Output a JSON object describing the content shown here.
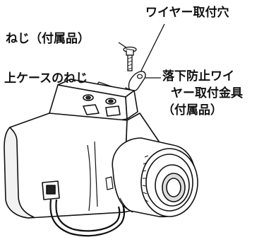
{
  "labels": {
    "wire_hole": "ワイヤー取付穴",
    "screw_accessory": "ねじ（付属品）",
    "top_case_screw": "上ケースのねじ",
    "bracket_line1": "落下防止ワイ",
    "bracket_line2": "ヤー取付金具",
    "bracket_line3": "（付属品）"
  }
}
